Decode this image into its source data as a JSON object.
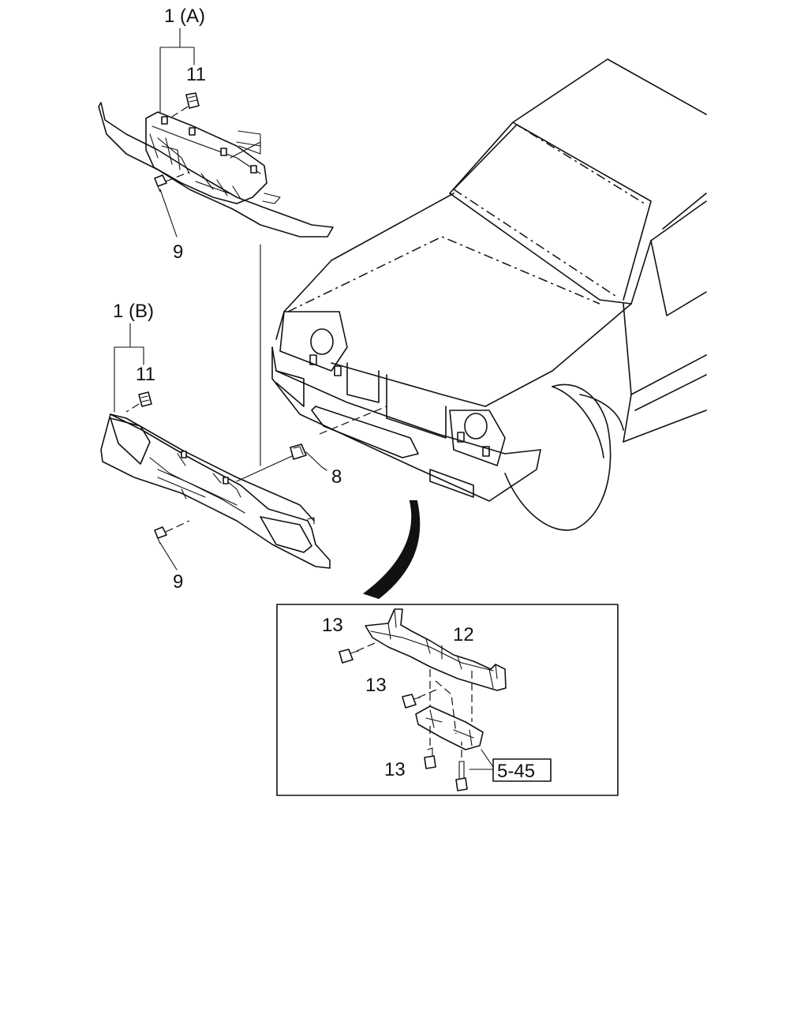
{
  "labels": {
    "grille_a": "1 (A)",
    "grille_b": "1 (B)",
    "clip_a": "11",
    "clip_b": "11",
    "screw_a": "9",
    "screw_b": "9",
    "bracket_clip": "8",
    "lower_bracket": "12",
    "bolt_top": "13",
    "bolt_mid": "13",
    "bolt_bottom": "13",
    "reference": "5-45"
  }
}
